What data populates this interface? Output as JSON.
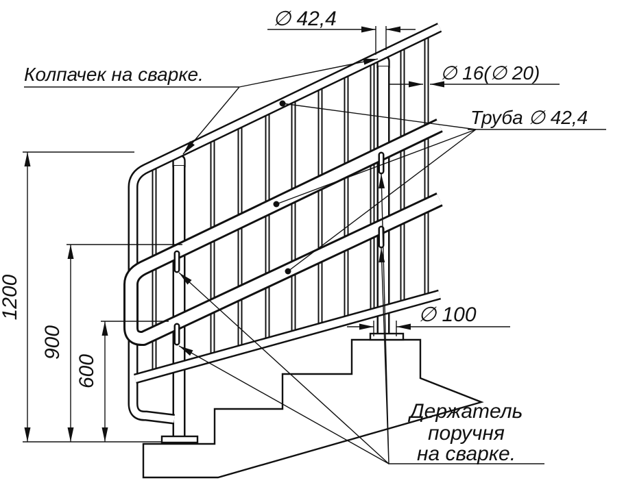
{
  "labels": {
    "cap_weld": "Колпачек на сварке.",
    "tube": "Труба ∅ 42,4",
    "holder_line1": "Держатель",
    "holder_line2": "поручня",
    "holder_line3": "на сварке."
  },
  "dimensions": {
    "rail_diameter": "∅ 42,4",
    "baluster_diameter": "∅ 16(∅ 20)",
    "post_diameter": "∅ 100",
    "height_top_rail": "1200",
    "height_handrail": "900",
    "height_lower_rail": "600"
  },
  "colors": {
    "line": "#111111",
    "background": "#ffffff"
  }
}
